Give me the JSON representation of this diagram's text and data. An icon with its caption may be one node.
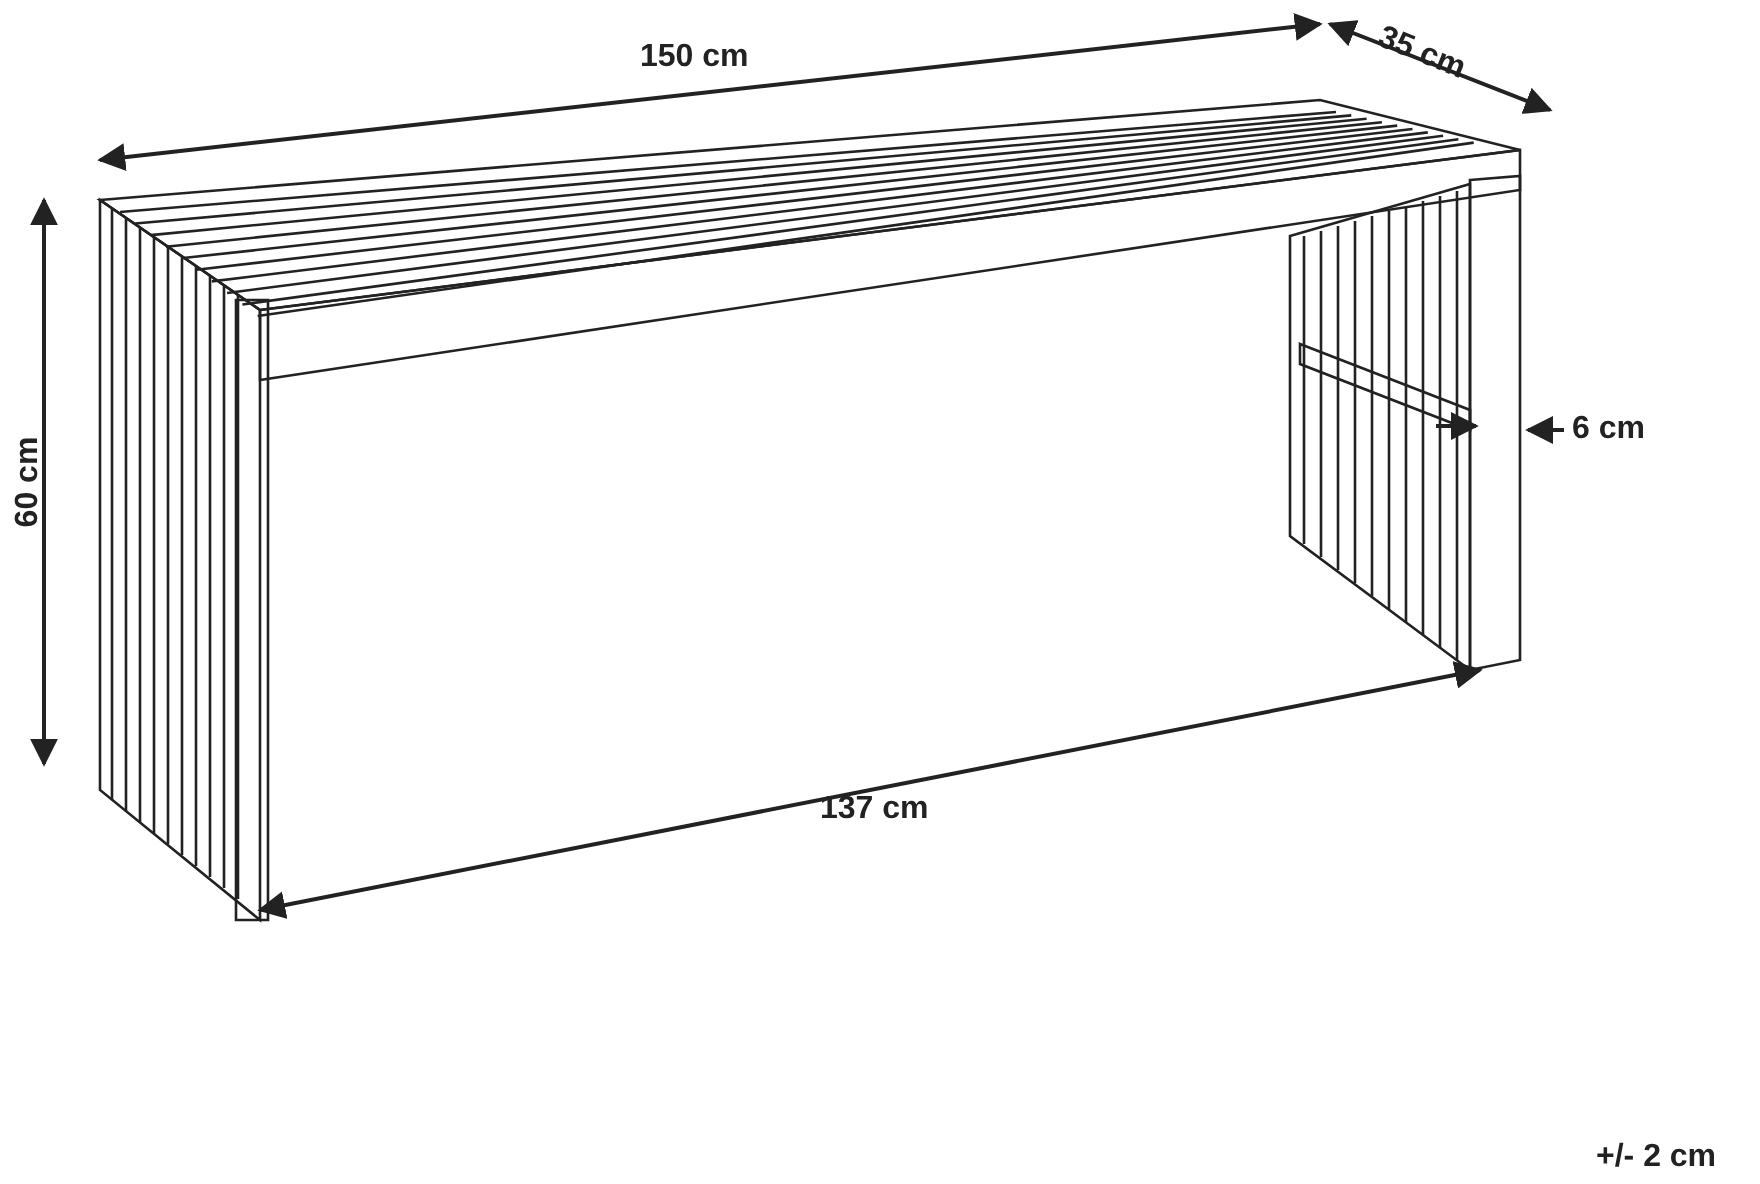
{
  "diagram": {
    "labels": [
      "150 cm",
      "35 cm",
      "60 cm",
      "6 cm",
      "137 cm",
      "+/- 2 cm"
    ]
  }
}
